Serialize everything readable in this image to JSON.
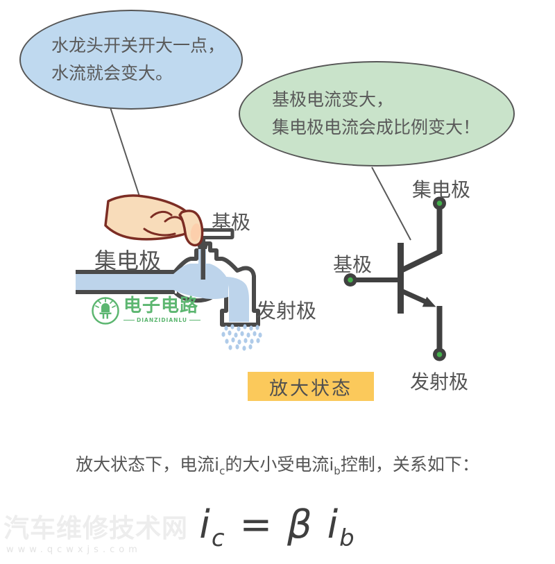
{
  "bubbles": {
    "water": {
      "line1": "水龙头开关开大一点，",
      "line2": "水流就会变大。"
    },
    "transistor": {
      "line1": "基极电流变大，",
      "line2": "集电极电流会成比例变大！"
    }
  },
  "faucet": {
    "base_label": "基极",
    "collector_label": "集电极",
    "emitter_label": "发射极"
  },
  "transistor": {
    "collector_label": "集电极",
    "base_label": "基极",
    "emitter_label": "发射极"
  },
  "badge": {
    "label": "放大状态"
  },
  "caption": {
    "part1": "放大状态下，电流i",
    "sub1": "c",
    "part2": "的大小受电流i",
    "sub2": "b",
    "part3": "控制，关系如下："
  },
  "formula": {
    "i1": "i",
    "sub1": "c",
    "eq": " = ",
    "beta": "β i",
    "sub2": "b"
  },
  "logo": {
    "name": "电子电路",
    "subtitle": "DIANZIDIANLU"
  },
  "watermark": {
    "title": "汽车维修技术网",
    "url": "www.qcwxjs.com"
  },
  "colors": {
    "bubble_water_bg": "#BFD9EF",
    "bubble_transistor_bg": "#C9E3CA",
    "badge_bg": "#FBC95B",
    "water_blue": "#BDD4EB",
    "outline_dark": "#404040",
    "terminal_green": "#44B04C",
    "logo_green": "#5CB670",
    "hand_skin": "#F8DCBA",
    "hand_outline": "#7C2D24"
  }
}
